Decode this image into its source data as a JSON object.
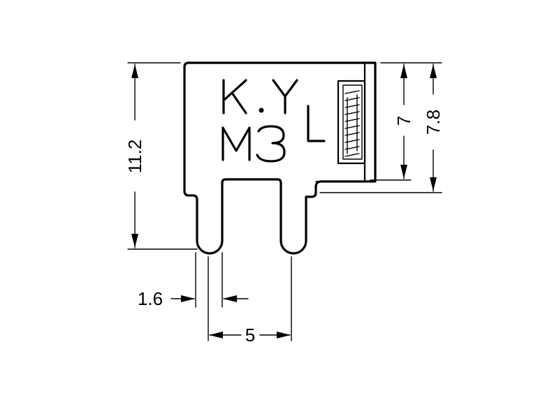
{
  "part_marking": {
    "line1": "K.Y",
    "line2": "M3",
    "side_mark": "L"
  },
  "dimensions": {
    "overall_height": "11.2",
    "pin_width": "1.6",
    "pin_pitch": "5",
    "nut_height": "7",
    "body_side_height": "7.8"
  }
}
